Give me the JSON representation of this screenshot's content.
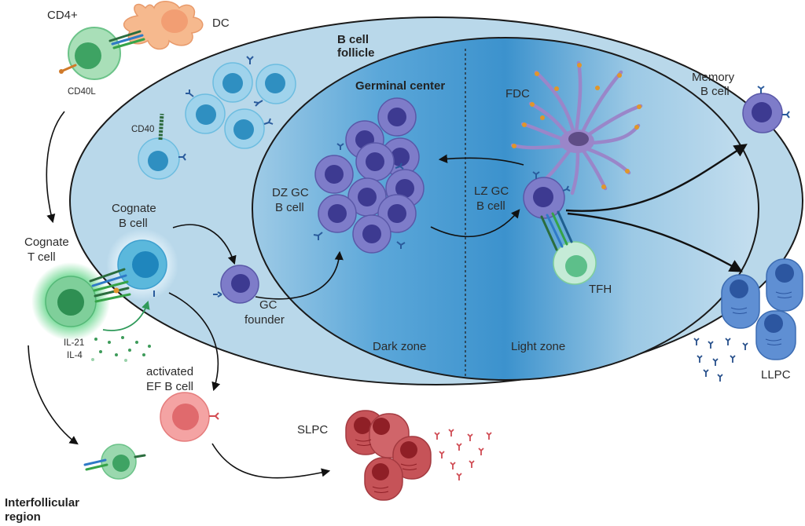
{
  "labels": {
    "cd4": "CD4+",
    "dc": "DC",
    "cd40l": "CD40L",
    "follicle_1": "B cell",
    "follicle_2": "follicle",
    "gc": "Germinal center",
    "cd40": "CD40",
    "fdc": "FDC",
    "memory_1": "Memory",
    "memory_2": "B cell",
    "cognate_b_1": "Cognate",
    "cognate_b_2": "B cell",
    "dz_gc_1": "DZ GC",
    "dz_gc_2": "B cell",
    "lz_gc_1": "LZ GC",
    "lz_gc_2": "B cell",
    "cognate_t_1": "Cognate",
    "cognate_t_2": "T cell",
    "gc_founder_1": "GC",
    "gc_founder_2": "founder",
    "tfh": "TFH",
    "il21": "IL-21",
    "il4": "IL-4",
    "dark_zone": "Dark zone",
    "light_zone": "Light zone",
    "activated_1": "activated",
    "activated_2": "EF B cell",
    "slpc": "SLPC",
    "llpc": "LLPC",
    "interfollicular_1": "Interfollicular",
    "interfollicular_2": "region"
  },
  "colors": {
    "follicle": "#b9d8ea",
    "gc_dark": "#3f95cf",
    "gc_light": "#cde3f0",
    "naive_b": "#5bb8dc",
    "gc_b": "#7e7cc9",
    "t_cell": "#7fcf9a",
    "dc": "#f6b98e",
    "fdc": "#9a86c9",
    "ef_b": "#ef8a8a",
    "slpc": "#c65358",
    "llpc": "#5f8fd3"
  }
}
